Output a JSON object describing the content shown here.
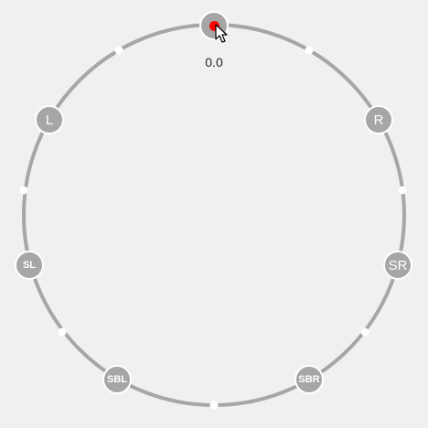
{
  "panner": {
    "angle_readout": "0.0",
    "source_handle": "source-handle",
    "speakers": [
      {
        "id": "L",
        "label": "L"
      },
      {
        "id": "R",
        "label": "R"
      },
      {
        "id": "SL",
        "label": "SL"
      },
      {
        "id": "SR",
        "label": "SR"
      },
      {
        "id": "SBL",
        "label": "SBL"
      },
      {
        "id": "SBR",
        "label": "SBR"
      }
    ]
  },
  "colors": {
    "ring": "#a6a6a6",
    "background": "#f0f0f0",
    "source_dot": "#ff0000",
    "speaker_fill": "#a6a6a6",
    "speaker_border": "#ffffff"
  },
  "icons": {
    "cursor": "pointer-cursor-icon"
  }
}
